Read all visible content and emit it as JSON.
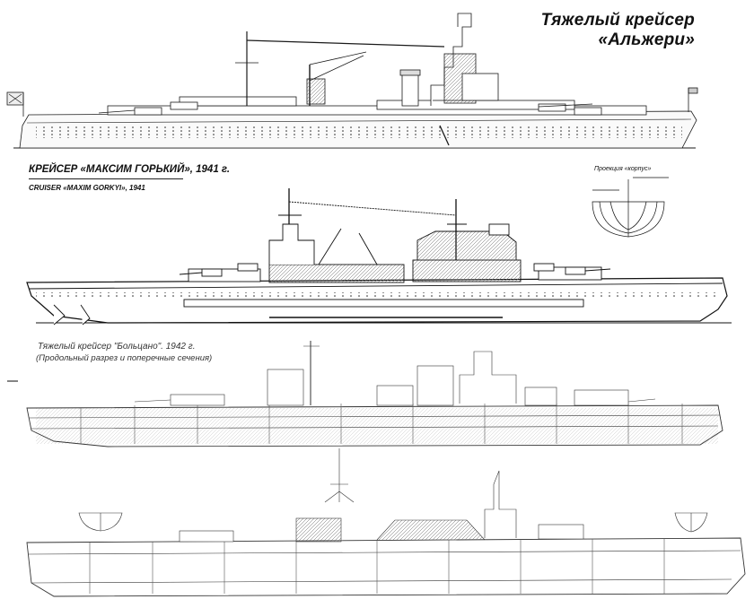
{
  "title": {
    "line1": "Тяжелый крейсер",
    "line2": "«Альжери»"
  },
  "maxim_gorkyi": {
    "caption_ru": "КРЕЙСЕР «МАКСИМ ГОРЬКИЙ», 1941 г.",
    "caption_en": "CRUISER «MAXIM GORKYI», 1941",
    "projection_label": "Проекция «корпус»"
  },
  "bolzano": {
    "title": "Тяжелый крейсер \"Больцано\". 1942 г.",
    "subtitle": "(Продольный разрез и поперечные сечения)"
  }
}
